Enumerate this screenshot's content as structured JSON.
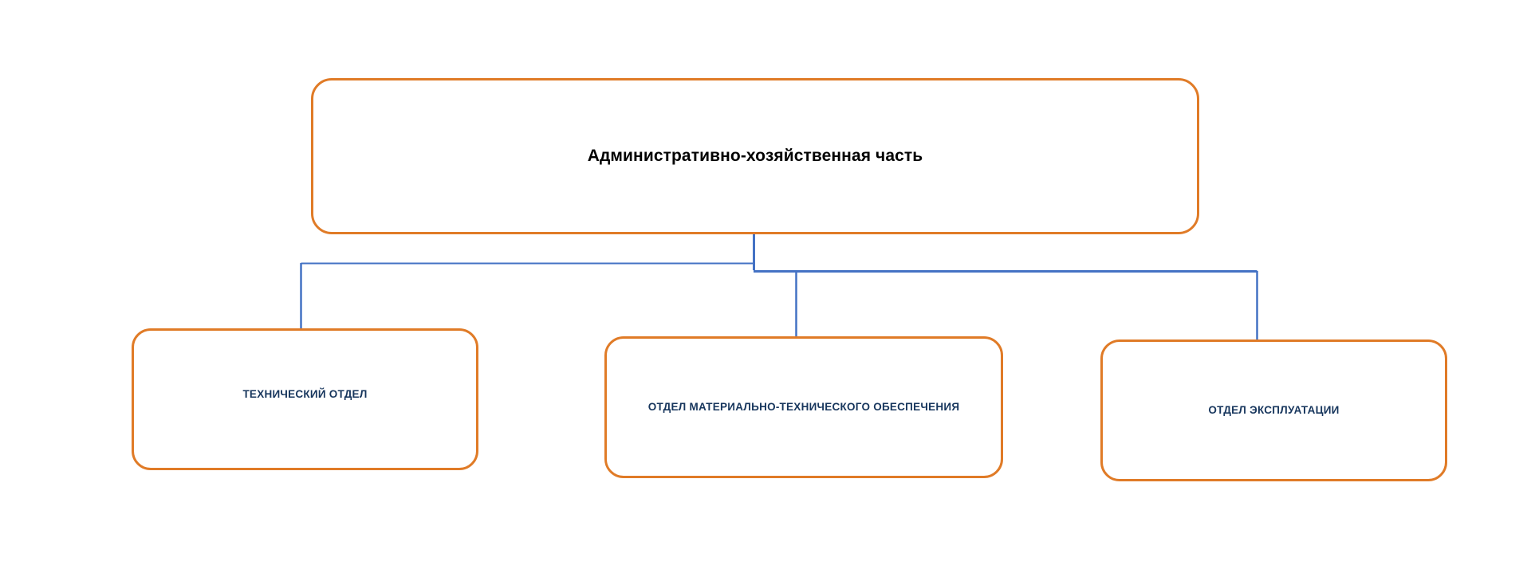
{
  "diagram": {
    "type": "organizational-chart",
    "title_text": "Административно-хозяйственная часть",
    "colors": {
      "node_border": "#E07B27",
      "node_fill": "#FFFFFF",
      "connector": "#4472C4",
      "root_text": "#000000",
      "child_text": "#17365D",
      "background": "#FFFFFF"
    },
    "root": {
      "label": "Административно-хозяйственная часть"
    },
    "children": [
      {
        "label": "ТЕХНИЧЕСКИЙ ОТДЕЛ"
      },
      {
        "label": "ОТДЕЛ МАТЕРИАЛЬНО-ТЕХНИЧЕСКОГО ОБЕСПЕЧЕНИЯ"
      },
      {
        "label": "ОТДЕЛ ЭКСПЛУАТАЦИИ"
      }
    ]
  }
}
